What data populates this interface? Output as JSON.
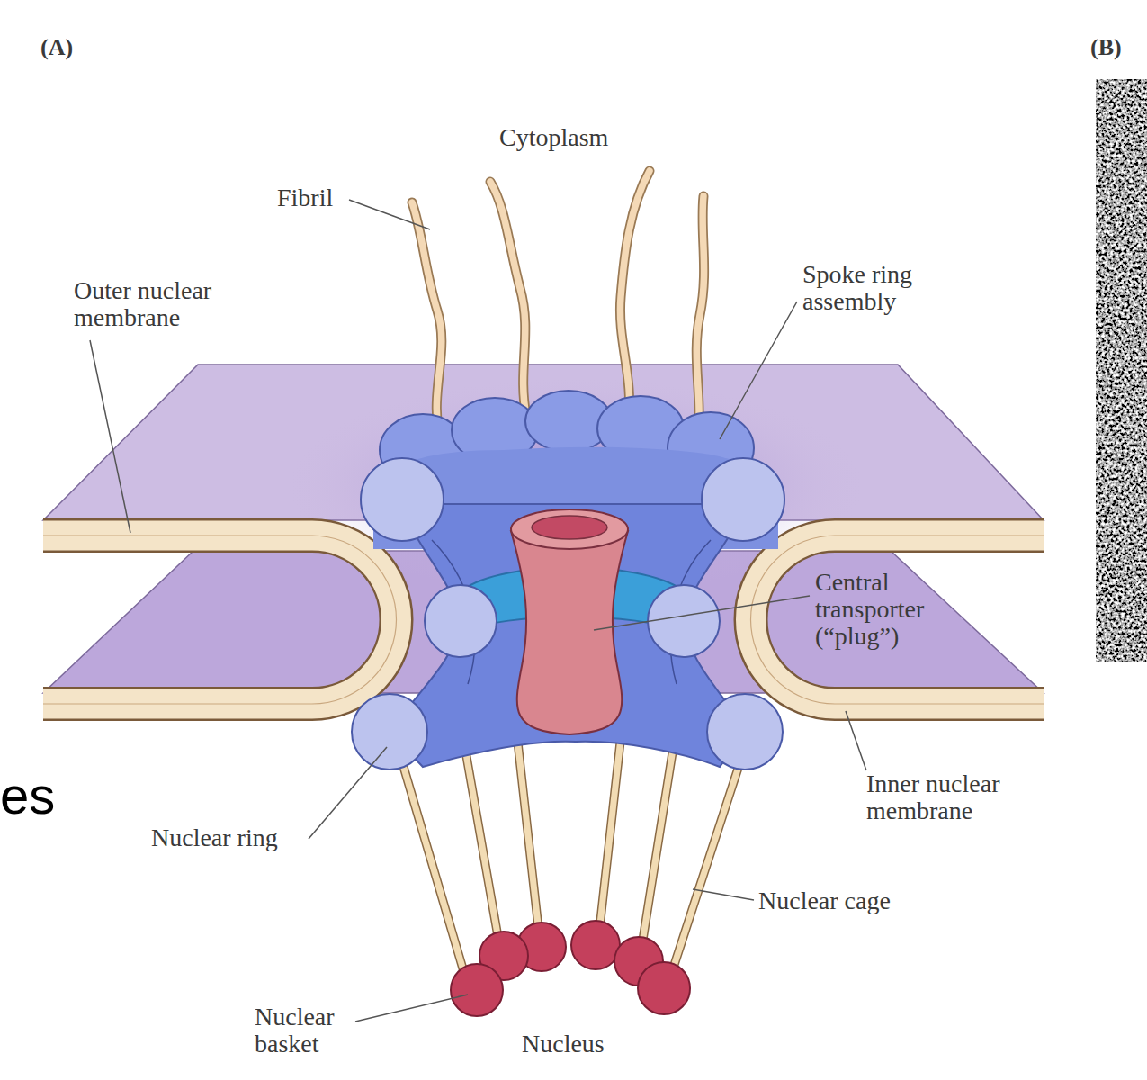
{
  "diagram": {
    "labels": [
      "(A)",
      "(B)",
      "Cytoplasm",
      "Fibril",
      "Outer nuclear membrane",
      "Spoke ring assembly",
      "Central transporter (“plug”)",
      "Nuclear ring",
      "Inner nuclear membrane",
      "Nuclear cage",
      "Nuclear basket",
      "Nucleus",
      "es"
    ]
  }
}
